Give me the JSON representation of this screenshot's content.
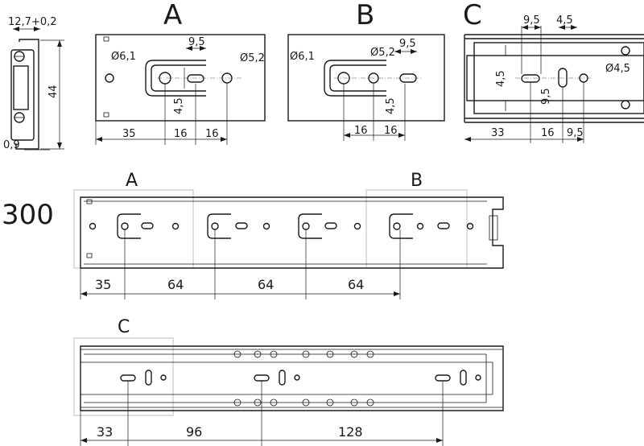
{
  "profile": {
    "width": "12,7+0,2",
    "height": "44",
    "thickness": "0,9"
  },
  "detail_a": {
    "title": "A",
    "hole1": "Ø6,1",
    "slot_width": "9,5",
    "hole2": "Ø5,2",
    "slot_height": "4,5",
    "dims": [
      "35",
      "16",
      "16"
    ]
  },
  "detail_b": {
    "title": "B",
    "hole1": "Ø6,1",
    "hole2": "Ø5,2",
    "slot_width": "9,5",
    "slot_height": "4,5",
    "dims": [
      "16",
      "16"
    ]
  },
  "detail_c": {
    "title": "C",
    "slot_width": "9,5",
    "slot2_width": "4,5",
    "slot_height": "4,5",
    "slot2_height": "9,5",
    "hole": "Ø4,5",
    "dims": [
      "33",
      "16",
      "9,5"
    ]
  },
  "length": "300",
  "inner_rail": {
    "labels": [
      "A",
      "B"
    ],
    "dims": [
      "35",
      "64",
      "64",
      "64"
    ]
  },
  "outer_rail": {
    "labels": [
      "C"
    ],
    "dims": [
      "33",
      "96",
      "128"
    ]
  }
}
